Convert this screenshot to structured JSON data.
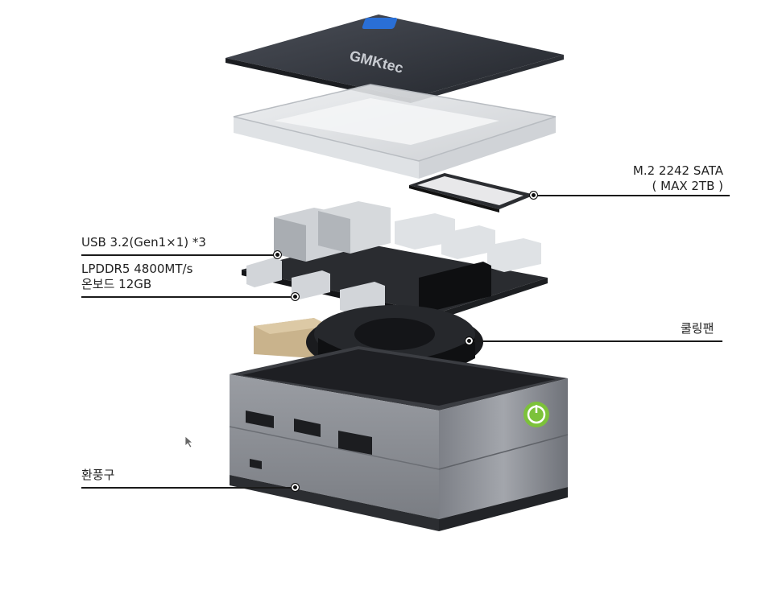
{
  "callouts": {
    "ssd_line1": "M.2 2242 SATA",
    "ssd_line2": "( MAX 2TB )",
    "usb": "USB 3.2(Gen1×1) *3",
    "ram_line1": "LPDDR5 4800MT/s",
    "ram_line2": "온보드 12GB",
    "fan": "쿨링팬",
    "vent": "환풍구"
  },
  "logo_text": "GMKtec",
  "colors": {
    "lid": "#3a3d44",
    "board": "#26282c",
    "chassis": "#8b8e94",
    "power_button": "#7cc23a",
    "logo_badge": "#2a6fd6"
  }
}
